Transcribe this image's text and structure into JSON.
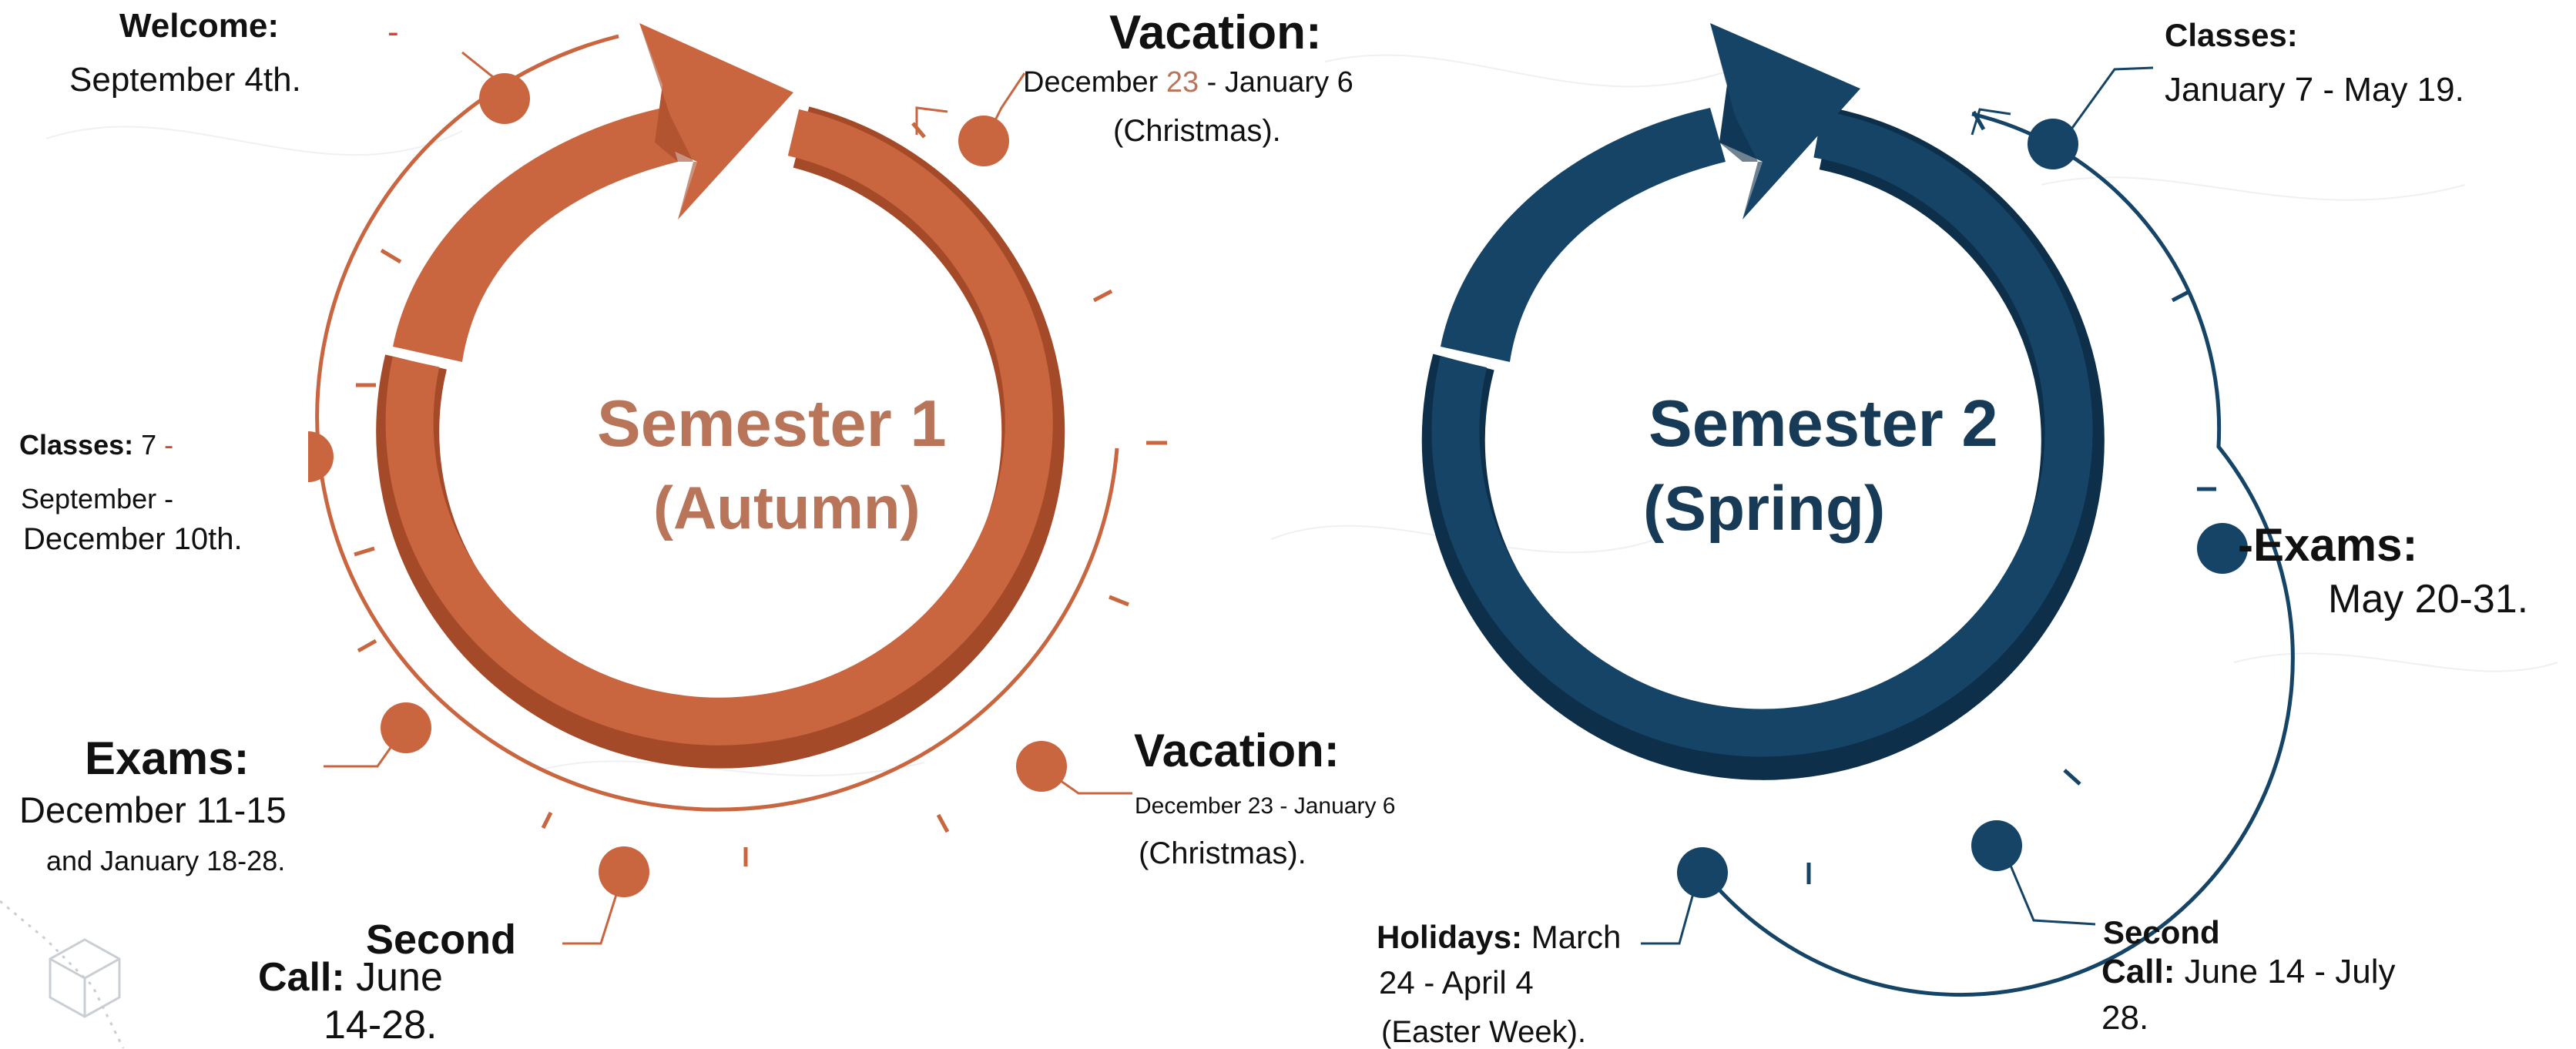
{
  "colors": {
    "semester1": "#c9653f",
    "semester1_dark": "#a54a28",
    "semester1_title": "#b9755a",
    "semester2": "#154466",
    "semester2_dark": "#0d2f49",
    "semester2_title": "#173a57"
  },
  "icons": {
    "corner_logo": "hexagon-cube-icon"
  },
  "semester1": {
    "title_line1": "Semester 1",
    "title_line2": "(Autumn)",
    "welcome": {
      "title": "Welcome:",
      "dash": "-",
      "date": "September 4th."
    },
    "vacation_top": {
      "title": "Vacation:",
      "date_prefix": "December ",
      "date_highlight": "23",
      "date_suffix": " - January 6",
      "note": "(Christmas)."
    },
    "classes": {
      "title": "Classes:",
      "date_start": " 7",
      "dash": " -",
      "line2": "September -",
      "line3": "December 10th."
    },
    "vacation_bottom": {
      "title": "Vacation:",
      "date": "December 23 - January 6",
      "note": "(Christmas)."
    },
    "exams": {
      "title": "Exams:",
      "line1": "December 11-15",
      "line2": "and January 18-28."
    },
    "second_call": {
      "title_line1": "Second",
      "title_line2": "Call:",
      "date_line1": " June",
      "date_line2": "14-28."
    }
  },
  "semester2": {
    "title_line1": "Semester 2",
    "title_line2": "(Spring)",
    "classes": {
      "title": "Classes:",
      "date": "January 7 - May 19."
    },
    "exams": {
      "title": "-Exams:",
      "date": "May 20-31."
    },
    "holidays": {
      "title": "Holidays:",
      "line1": " March",
      "line2": "24 - April 4",
      "line3": "(Easter Week)."
    },
    "second_call": {
      "title_line1": "Second",
      "title_line2": "Call:",
      "line1": " June 14 - July",
      "line2": "28."
    }
  }
}
